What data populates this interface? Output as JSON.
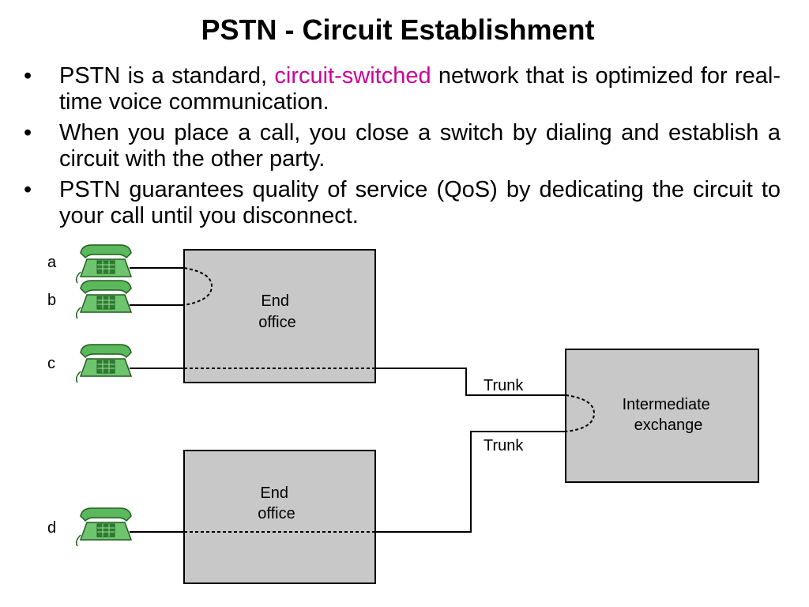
{
  "title": "PSTN - Circuit Establishment",
  "bullets": [
    {
      "parts": [
        {
          "text": "PSTN is a standard, ",
          "highlight": false
        },
        {
          "text": "circuit-switched",
          "highlight": true
        },
        {
          "text": " network that is optimized for real-time voice communication.",
          "highlight": false
        }
      ]
    },
    {
      "parts": [
        {
          "text": "When you place a call, you close a switch by dialing and establish a circuit with the other party.",
          "highlight": false
        }
      ]
    },
    {
      "parts": [
        {
          "text": "PSTN guarantees quality of service (QoS) by dedicating the circuit to your call until you disconnect.",
          "highlight": false
        }
      ]
    }
  ],
  "bullet_symbol": "•",
  "colors": {
    "highlight": "#cc0099",
    "box_fill": "#c8c8c8",
    "phone_green": "#5cb85c",
    "phone_dark": "#1f5f1f"
  },
  "diagram": {
    "phone_labels": {
      "a": "a",
      "b": "b",
      "c": "c",
      "d": "d"
    },
    "end_office_top": "End\noffice",
    "end_office_bottom": "End\noffice",
    "intermediate_exchange": "Intermediate\nexchange",
    "trunk_top": "Trunk",
    "trunk_bottom": "Trunk"
  }
}
